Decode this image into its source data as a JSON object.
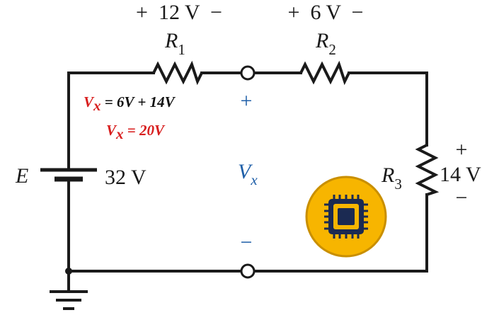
{
  "labels": {
    "r1_voltage": "+  12 V  −",
    "r2_voltage": "+  6 V  −",
    "r1_name": "R",
    "r1_sub": "1",
    "r2_name": "R",
    "r2_sub": "2",
    "r3_name": "R",
    "r3_sub": "3",
    "source_name": "E",
    "source_value": "32 V",
    "vx_name": "V",
    "vx_sub": "x",
    "vx_plus": "+",
    "vx_minus": "−",
    "r3_plus": "+",
    "r3_value": "14 V",
    "r3_minus": "−"
  },
  "annotation": {
    "line1_v": "V",
    "line1_sub": "x",
    "line1_eq": " = ",
    "line1_rhs": "6V + 14V",
    "line2_v": "V",
    "line2_sub": "x",
    "line2_eq": " = ",
    "line2_rhs": "20V"
  },
  "colors": {
    "wire": "#1a1a1a",
    "vx_blue": "#1f5fa8",
    "note_red": "#d81e1e",
    "badge_yellow": "#f7b500",
    "badge_ring": "#c98f00",
    "chip_navy": "#1b2a52"
  },
  "badge": {
    "icon": "chip-icon"
  }
}
